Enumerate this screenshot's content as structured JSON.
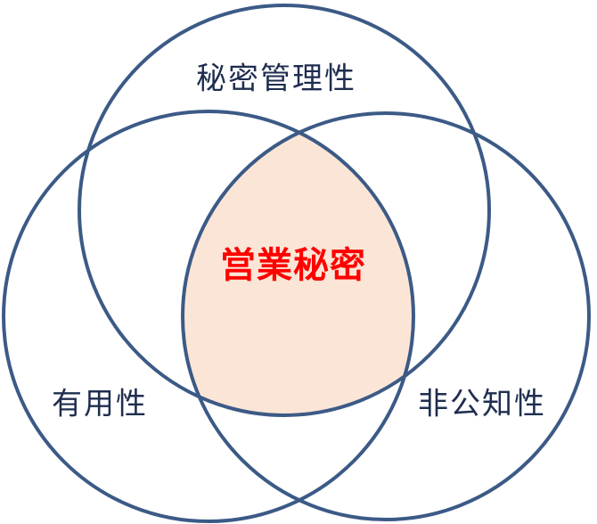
{
  "diagram": {
    "type": "venn",
    "sets": [
      {
        "id": "top",
        "label": "秘密管理性"
      },
      {
        "id": "left",
        "label": "有用性"
      },
      {
        "id": "right",
        "label": "非公知性"
      }
    ],
    "intersection_label": "営業秘密",
    "colors": {
      "circle_stroke": "#3c5a86",
      "intersection_fill": "#fbe5d6",
      "set_label": "#1f2d4f",
      "intersection_label": "#ff0000"
    }
  }
}
